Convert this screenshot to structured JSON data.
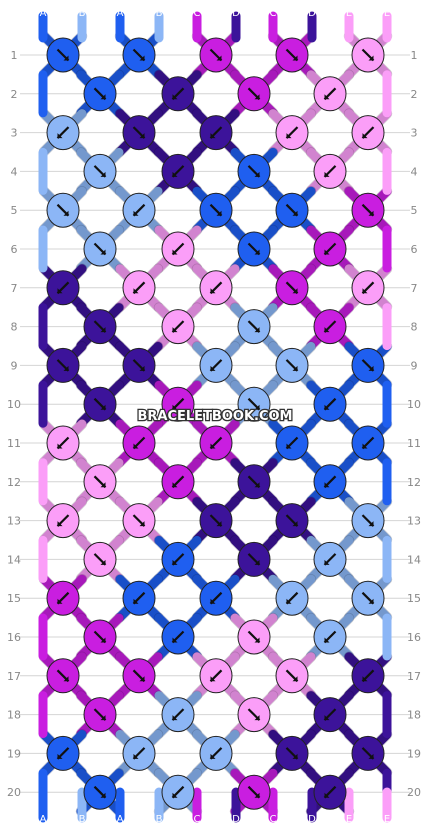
{
  "watermark": "BRACELETBOOK.COM",
  "colors": {
    "A": "#1f5ff0",
    "B": "#8cb6f6",
    "C": "#c91ee0",
    "D": "#3c139a",
    "E": "#fb9ef8"
  },
  "top_letters": [
    "A",
    "B",
    "A",
    "B",
    "C",
    "D",
    "C",
    "D",
    "E",
    "E"
  ],
  "bottom_letters": [
    "A",
    "B",
    "A",
    "B",
    "C",
    "D",
    "C",
    "D",
    "E",
    "E"
  ],
  "row_numbers": [
    "1",
    "2",
    "3",
    "4",
    "5",
    "6",
    "7",
    "8",
    "9",
    "10",
    "11",
    "12",
    "13",
    "14",
    "15",
    "16",
    "17",
    "18",
    "19",
    "20"
  ],
  "knots": [
    [
      [
        "A",
        "se"
      ],
      [
        "A",
        "se"
      ],
      [
        "C",
        "se"
      ],
      [
        "C",
        "se"
      ],
      [
        "E",
        "se"
      ]
    ],
    [
      [
        "A",
        "se"
      ],
      [
        "D",
        "sw"
      ],
      [
        "C",
        "se"
      ],
      [
        "E",
        "sw"
      ]
    ],
    [
      [
        "B",
        "sw"
      ],
      [
        "D",
        "se"
      ],
      [
        "D",
        "sw"
      ],
      [
        "E",
        "sw"
      ],
      [
        "E",
        "sw"
      ]
    ],
    [
      [
        "B",
        "se"
      ],
      [
        "D",
        "sw"
      ],
      [
        "A",
        "se"
      ],
      [
        "E",
        "sw"
      ]
    ],
    [
      [
        "B",
        "se"
      ],
      [
        "B",
        "sw"
      ],
      [
        "A",
        "se"
      ],
      [
        "A",
        "se"
      ],
      [
        "C",
        "se"
      ]
    ],
    [
      [
        "B",
        "se"
      ],
      [
        "E",
        "sw"
      ],
      [
        "A",
        "se"
      ],
      [
        "C",
        "sw"
      ]
    ],
    [
      [
        "D",
        "sw"
      ],
      [
        "E",
        "sw"
      ],
      [
        "E",
        "sw"
      ],
      [
        "C",
        "se"
      ],
      [
        "E",
        "sw"
      ]
    ],
    [
      [
        "D",
        "se"
      ],
      [
        "E",
        "sw"
      ],
      [
        "B",
        "se"
      ],
      [
        "C",
        "sw"
      ]
    ],
    [
      [
        "D",
        "se"
      ],
      [
        "D",
        "se"
      ],
      [
        "B",
        "sw"
      ],
      [
        "B",
        "se"
      ],
      [
        "A",
        "se"
      ]
    ],
    [
      [
        "D",
        "se"
      ],
      [
        "C",
        "sw"
      ],
      [
        "B",
        "se"
      ],
      [
        "A",
        "sw"
      ]
    ],
    [
      [
        "E",
        "sw"
      ],
      [
        "C",
        "sw"
      ],
      [
        "C",
        "sw"
      ],
      [
        "A",
        "sw"
      ],
      [
        "A",
        "sw"
      ]
    ],
    [
      [
        "E",
        "se"
      ],
      [
        "C",
        "sw"
      ],
      [
        "D",
        "se"
      ],
      [
        "A",
        "sw"
      ]
    ],
    [
      [
        "E",
        "sw"
      ],
      [
        "E",
        "se"
      ],
      [
        "D",
        "se"
      ],
      [
        "D",
        "se"
      ],
      [
        "B",
        "se"
      ]
    ],
    [
      [
        "E",
        "se"
      ],
      [
        "A",
        "sw"
      ],
      [
        "D",
        "se"
      ],
      [
        "B",
        "sw"
      ]
    ],
    [
      [
        "C",
        "sw"
      ],
      [
        "A",
        "sw"
      ],
      [
        "A",
        "sw"
      ],
      [
        "B",
        "sw"
      ],
      [
        "B",
        "se"
      ]
    ],
    [
      [
        "C",
        "se"
      ],
      [
        "A",
        "sw"
      ],
      [
        "E",
        "se"
      ],
      [
        "B",
        "sw"
      ]
    ],
    [
      [
        "C",
        "se"
      ],
      [
        "C",
        "se"
      ],
      [
        "E",
        "sw"
      ],
      [
        "E",
        "se"
      ],
      [
        "D",
        "sw"
      ]
    ],
    [
      [
        "C",
        "se"
      ],
      [
        "B",
        "sw"
      ],
      [
        "E",
        "se"
      ],
      [
        "D",
        "sw"
      ]
    ],
    [
      [
        "A",
        "sw"
      ],
      [
        "B",
        "sw"
      ],
      [
        "B",
        "sw"
      ],
      [
        "D",
        "se"
      ],
      [
        "D",
        "se"
      ]
    ],
    [
      [
        "A",
        "se"
      ],
      [
        "B",
        "sw"
      ],
      [
        "C",
        "se"
      ],
      [
        "D",
        "sw"
      ]
    ]
  ]
}
